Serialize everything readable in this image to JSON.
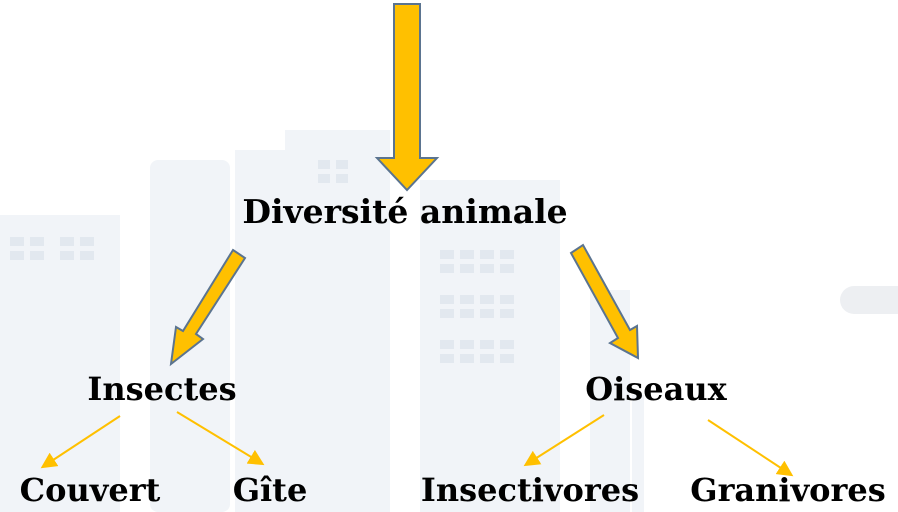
{
  "diagram": {
    "root": {
      "label": "Diversité animale"
    },
    "branches": [
      {
        "label": "Insectes",
        "children": [
          {
            "label": "Couvert"
          },
          {
            "label": "Gîte"
          }
        ]
      },
      {
        "label": "Oiseaux",
        "children": [
          {
            "label": "Insectivores"
          },
          {
            "label": "Granivores"
          }
        ]
      }
    ]
  },
  "colors": {
    "arrow_fill": "#FFC000",
    "arrow_outline": "#5B7490",
    "thin_arrow": "#FFC000",
    "text": "#000000",
    "background_buildings": "#EEF2F6"
  }
}
